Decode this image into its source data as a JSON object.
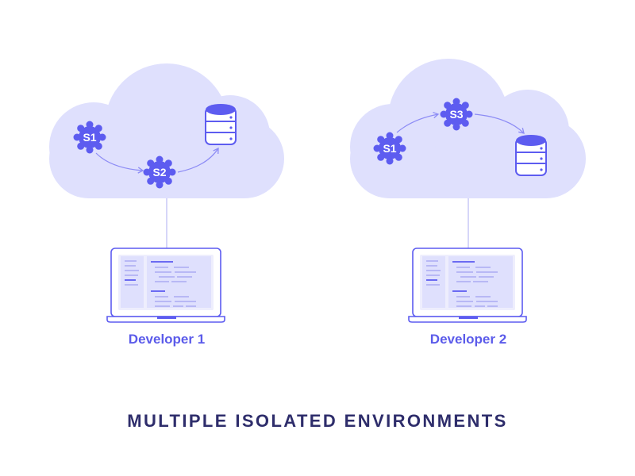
{
  "title": "MULTIPLE ISOLATED ENVIRONMENTS",
  "colors": {
    "cloud": "#dfe0fd",
    "accent": "#5d5cf0",
    "label": "#5b5bea",
    "title": "#2e2d6b"
  },
  "environments": [
    {
      "developer": "Developer 1",
      "services": [
        "S1",
        "S2"
      ],
      "database_icon": "database-icon"
    },
    {
      "developer": "Developer 2",
      "services": [
        "S1",
        "S3"
      ],
      "database_icon": "database-icon"
    }
  ]
}
